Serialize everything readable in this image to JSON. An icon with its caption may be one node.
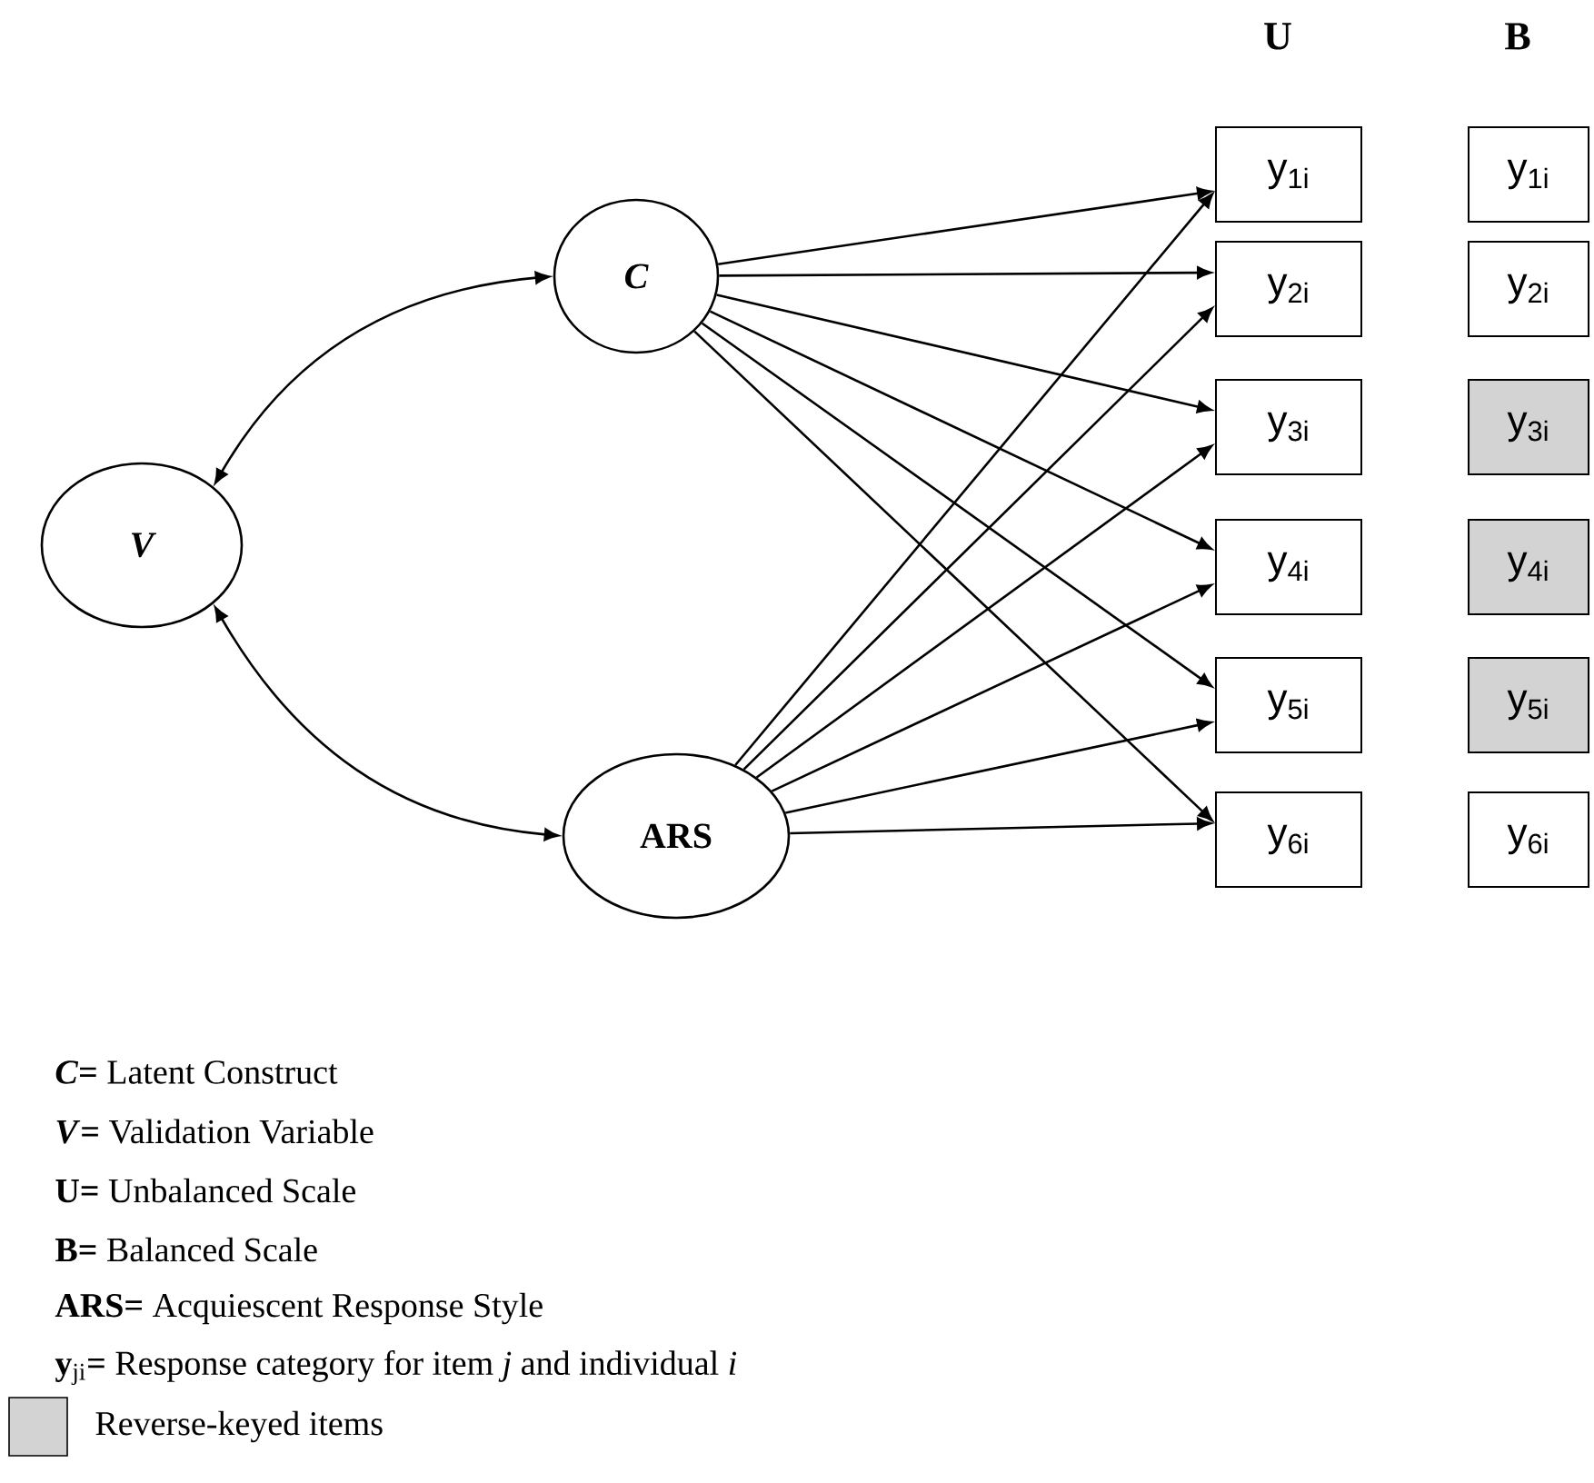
{
  "diagram": {
    "nodes": [
      {
        "text": [
          "V"
        ]
      },
      {
        "text": [
          "C"
        ]
      },
      {
        "text": [
          "ARS"
        ]
      },
      {
        "text": [
          "y$_{1i}$"
        ]
      },
      {
        "text": [
          "y$_{2i}$"
        ]
      },
      {
        "text": [
          "y$_{3i}$"
        ]
      },
      {
        "text": [
          "y$_{4i}$"
        ]
      },
      {
        "text": [
          "y$_{5i}$"
        ]
      },
      {
        "text": [
          "y$_{6i}$"
        ]
      },
      {
        "text": [
          "y$_{1i}$"
        ]
      },
      {
        "text": [
          "y$_{2i}$"
        ]
      },
      {
        "text": [
          "y$_{3i}$"
        ]
      },
      {
        "text": [
          "y$_{4i}$"
        ]
      },
      {
        "text": [
          "y$_{5i}$"
        ]
      },
      {
        "text": [
          "y$_{6i}$"
        ]
      }
    ],
    "edges": [
      {
        "from": 0,
        "to": 1,
        "arrow": "both"
      },
      {
        "from": 0,
        "to": 2,
        "arrow": "both"
      },
      {
        "from": 1,
        "to": 3,
        "arrow": "to"
      },
      {
        "from": 1,
        "to": 4,
        "arrow": "to"
      },
      {
        "from": 1,
        "to": 5,
        "arrow": "to"
      },
      {
        "from": 1,
        "to": 6,
        "arrow": "to"
      },
      {
        "from": 1,
        "to": 7,
        "arrow": "to"
      },
      {
        "from": 1,
        "to": 8,
        "arrow": "to"
      },
      {
        "from": 2,
        "to": 3,
        "arrow": "to"
      },
      {
        "from": 2,
        "to": 4,
        "arrow": "to"
      },
      {
        "from": 2,
        "to": 5,
        "arrow": "to"
      },
      {
        "from": 2,
        "to": 6,
        "arrow": "to"
      },
      {
        "from": 2,
        "to": 7,
        "arrow": "to"
      },
      {
        "from": 2,
        "to": 8,
        "arrow": "to"
      }
    ],
    "labels": [
      "U",
      "B",
      "***C*=** Latent Construct",
      "***V*=** Validation Variable",
      "**U=** Unbalanced Scale",
      "**B=** Balanced Scale",
      "**ARS=** Acquiescent Response Style",
      "**y**$_{ji}$**=** Response category for item *j* and individual *i*"
    ],
    "legend": [
      {
        "text": "Reverse-keyed items",
        "color": "#d3d3d3"
      }
    ]
  }
}
